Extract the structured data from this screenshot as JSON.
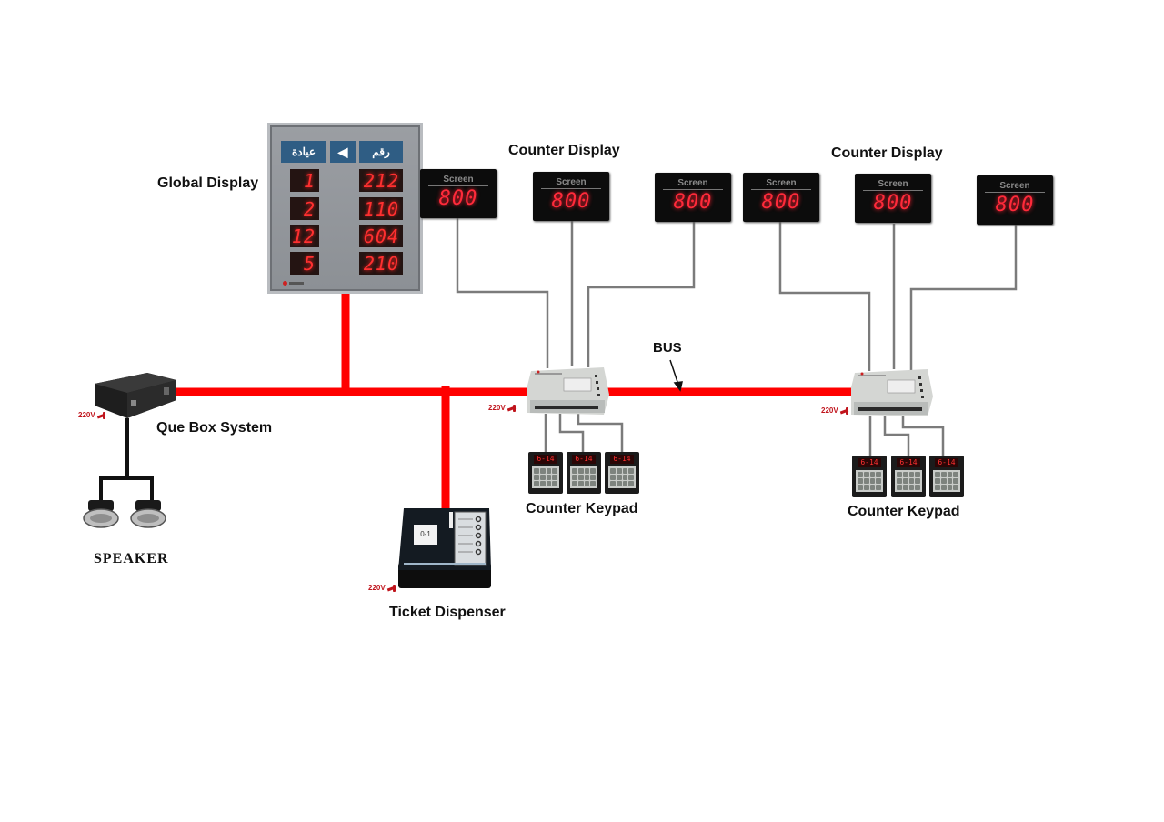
{
  "diagram": {
    "title": "Queue Management System Layout",
    "colors": {
      "bus": "#ff0000",
      "signal_wire": "#7b7b7b",
      "audio_wire": "#111111",
      "led": "#ff2a3a",
      "power_label": "#c0141c",
      "global_header": "#2f5d84"
    },
    "labels": {
      "global_display": "Global Display",
      "counter_display_1": "Counter Display",
      "counter_display_2": "Counter Display",
      "bus": "BUS",
      "que_box": "Que Box System",
      "speaker": "SPEAKER",
      "ticket_dispenser": "Ticket Dispenser",
      "counter_keypad_1": "Counter Keypad",
      "counter_keypad_2": "Counter Keypad"
    },
    "power_label": "220V",
    "global_display": {
      "header_left": "عيادة",
      "header_arrow": "◀",
      "header_right": "رقم",
      "rows": [
        {
          "counter": "1",
          "ticket": "212"
        },
        {
          "counter": "2",
          "ticket": "110"
        },
        {
          "counter": "12",
          "ticket": "604"
        },
        {
          "counter": "5",
          "ticket": "210"
        }
      ]
    },
    "counter_displays": [
      {
        "caption": "Screen",
        "value": "800"
      },
      {
        "caption": "Screen",
        "value": "800"
      },
      {
        "caption": "Screen",
        "value": "800"
      },
      {
        "caption": "Screen",
        "value": "800"
      },
      {
        "caption": "Screen",
        "value": "800"
      },
      {
        "caption": "Screen",
        "value": "800"
      }
    ],
    "keypads": [
      {
        "display": "6-14"
      },
      {
        "display": "6-14"
      },
      {
        "display": "6-14"
      },
      {
        "display": "6-14"
      },
      {
        "display": "6-14"
      },
      {
        "display": "6-14"
      }
    ],
    "ticket_screen": "0-1",
    "nodes": [
      {
        "id": "que-box",
        "type": "controller",
        "label": "Que Box System"
      },
      {
        "id": "global-display",
        "type": "display",
        "label": "Global Display"
      },
      {
        "id": "ticket-dispenser",
        "type": "kiosk",
        "label": "Ticket Dispenser"
      },
      {
        "id": "speaker-pair",
        "type": "audio",
        "label": "SPEAKER"
      },
      {
        "id": "counter-controller-1",
        "type": "controller"
      },
      {
        "id": "counter-controller-2",
        "type": "controller"
      }
    ],
    "edges": [
      {
        "from": "que-box",
        "to": "global-display",
        "kind": "bus"
      },
      {
        "from": "que-box",
        "to": "ticket-dispenser",
        "kind": "bus"
      },
      {
        "from": "que-box",
        "to": "counter-controller-1",
        "kind": "bus"
      },
      {
        "from": "counter-controller-1",
        "to": "counter-controller-2",
        "kind": "bus"
      },
      {
        "from": "que-box",
        "to": "speaker-pair",
        "kind": "audio"
      },
      {
        "from": "counter-controller-1",
        "to": "counter-display-1..3",
        "kind": "signal"
      },
      {
        "from": "counter-controller-1",
        "to": "counter-keypad-1..3",
        "kind": "signal"
      },
      {
        "from": "counter-controller-2",
        "to": "counter-display-4..6",
        "kind": "signal"
      },
      {
        "from": "counter-controller-2",
        "to": "counter-keypad-4..6",
        "kind": "signal"
      }
    ]
  }
}
